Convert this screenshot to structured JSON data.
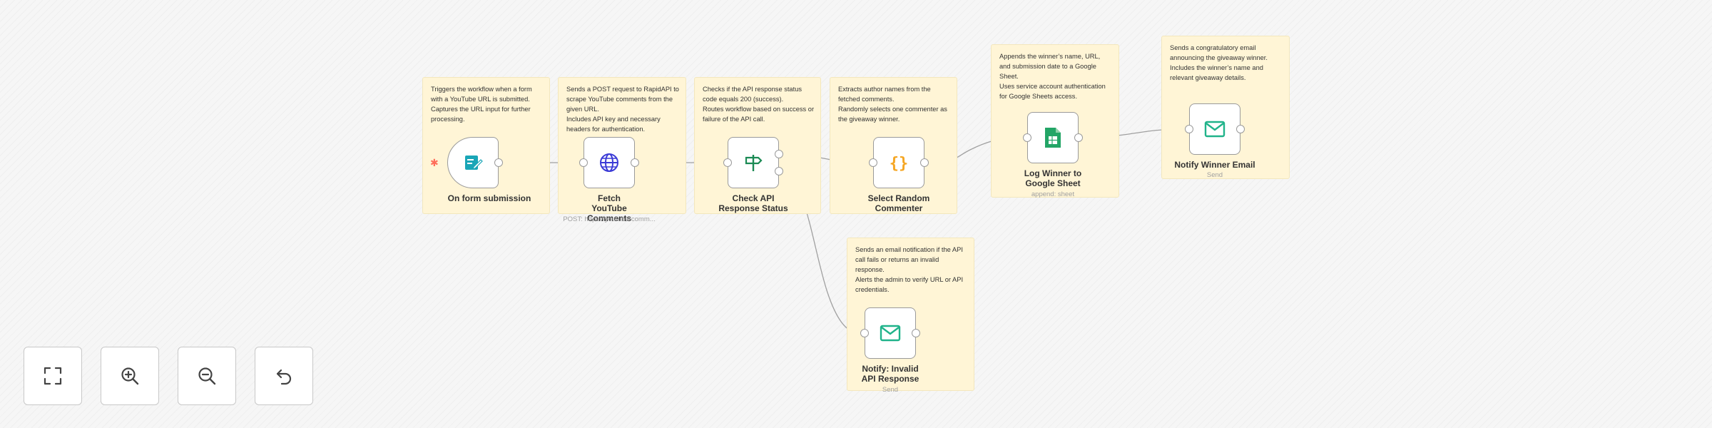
{
  "notes": [
    {
      "id": "trigger",
      "text": "Triggers the workflow when a form with a YouTube URL is submitted.\nCaptures the URL input for further processing."
    },
    {
      "id": "fetch",
      "text": "Sends a POST request to RapidAPI to scrape YouTube comments from the given URL.\nIncludes API key and necessary headers for authentication."
    },
    {
      "id": "check",
      "text": "Checks if the API response status code equals 200 (success).\nRoutes workflow based on success or failure of the API call."
    },
    {
      "id": "select",
      "text": "Extracts author names from the fetched comments.\nRandomly selects one commenter as the giveaway winner."
    },
    {
      "id": "log",
      "text": "Appends the winner’s name, URL, and submission date to a Google Sheet.\nUses service account authentication for Google Sheets access."
    },
    {
      "id": "notify_winner",
      "text": "Sends a congratulatory email announcing the giveaway winner.\nIncludes the winner’s name and relevant giveaway details."
    },
    {
      "id": "notify_invalid",
      "text": "Sends an email notification if the API call fails or returns an invalid response.\nAlerts the admin to verify URL or API credentials."
    }
  ],
  "nodes": [
    {
      "id": "on_form",
      "label": "On form submission",
      "subtitle": "",
      "icon": "form-icon"
    },
    {
      "id": "fetch",
      "label": "Fetch YouTube Comments",
      "subtitle": "POST: https://youtube-comm...",
      "icon": "globe-icon"
    },
    {
      "id": "check",
      "label": "Check API Response Status",
      "subtitle": "",
      "icon": "signpost-icon"
    },
    {
      "id": "select",
      "label": "Select Random Commenter",
      "subtitle": "",
      "icon": "code-braces-icon"
    },
    {
      "id": "log",
      "label": "Log Winner to Google Sheet",
      "subtitle": "append: sheet",
      "icon": "google-sheets-icon"
    },
    {
      "id": "notify_winner",
      "label": "Notify Winner Email",
      "subtitle": "Send",
      "icon": "email-icon"
    },
    {
      "id": "notify_invalid",
      "label": "Notify: Invalid API Response",
      "subtitle": "Send",
      "icon": "email-icon"
    }
  ],
  "edges": {
    "true_label": "true",
    "false_label": "false"
  },
  "controls": [
    {
      "id": "fit",
      "icon": "fit-view-icon"
    },
    {
      "id": "zoom_in",
      "icon": "zoom-in-icon"
    },
    {
      "id": "zoom_out",
      "icon": "zoom-out-icon"
    },
    {
      "id": "reset",
      "icon": "undo-icon"
    }
  ],
  "colors": {
    "note_bg": "#fff5d6",
    "node_border": "#9a9a9a",
    "trigger_accent": "#ff6d5a",
    "form_icon": "#1aa6b7",
    "globe_icon": "#3b3bd6",
    "signpost_icon": "#1b8a54",
    "code_icon": "#f5a623",
    "sheets_icon": "#23a566",
    "email_icon": "#20b38a"
  }
}
